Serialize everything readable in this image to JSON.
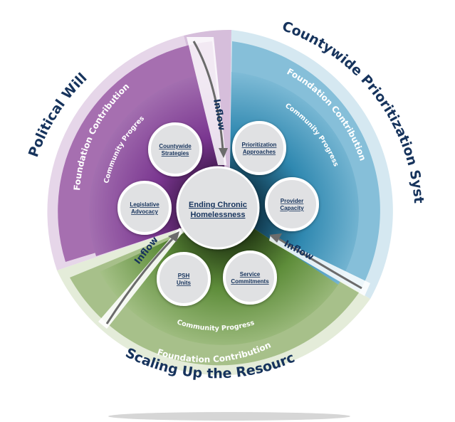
{
  "outer_titles": {
    "political_will": "Political Will",
    "prioritization": "Countywide Prioritization Systems",
    "resources": "Scaling Up the Resources"
  },
  "ring_labels": {
    "foundation_contribution": "Foundation Contribution",
    "community_progress": "Community Progress",
    "inflow": "Inflow"
  },
  "center": {
    "line1": "Ending Chronic",
    "line2": "Homelessness"
  },
  "nodes": {
    "countywide_strategies": [
      "Countywide",
      "Strategies"
    ],
    "legislative_advocacy": [
      "Legislative",
      "Advocacy"
    ],
    "prioritization_approaches": [
      "Prioritization",
      "Approaches"
    ],
    "provider_capacity": [
      "Provider",
      "Capacity"
    ],
    "psh_units": [
      "PSH",
      "Units"
    ],
    "service_commitments": [
      "Service",
      "Commitments"
    ]
  },
  "colors": {
    "purple_dark": "#6d2c7e",
    "purple_mid": "#a66fb0",
    "purple_light": "#d9c3dd",
    "blue_dark": "#2d7fa6",
    "blue_mid": "#7dbad6",
    "blue_light": "#c9e2ee",
    "green_dark": "#5e8a3a",
    "green_mid": "#a3bd87",
    "green_light": "#dfe8d2",
    "navy": "#16335c",
    "node_fill": "#e0e1e3"
  }
}
